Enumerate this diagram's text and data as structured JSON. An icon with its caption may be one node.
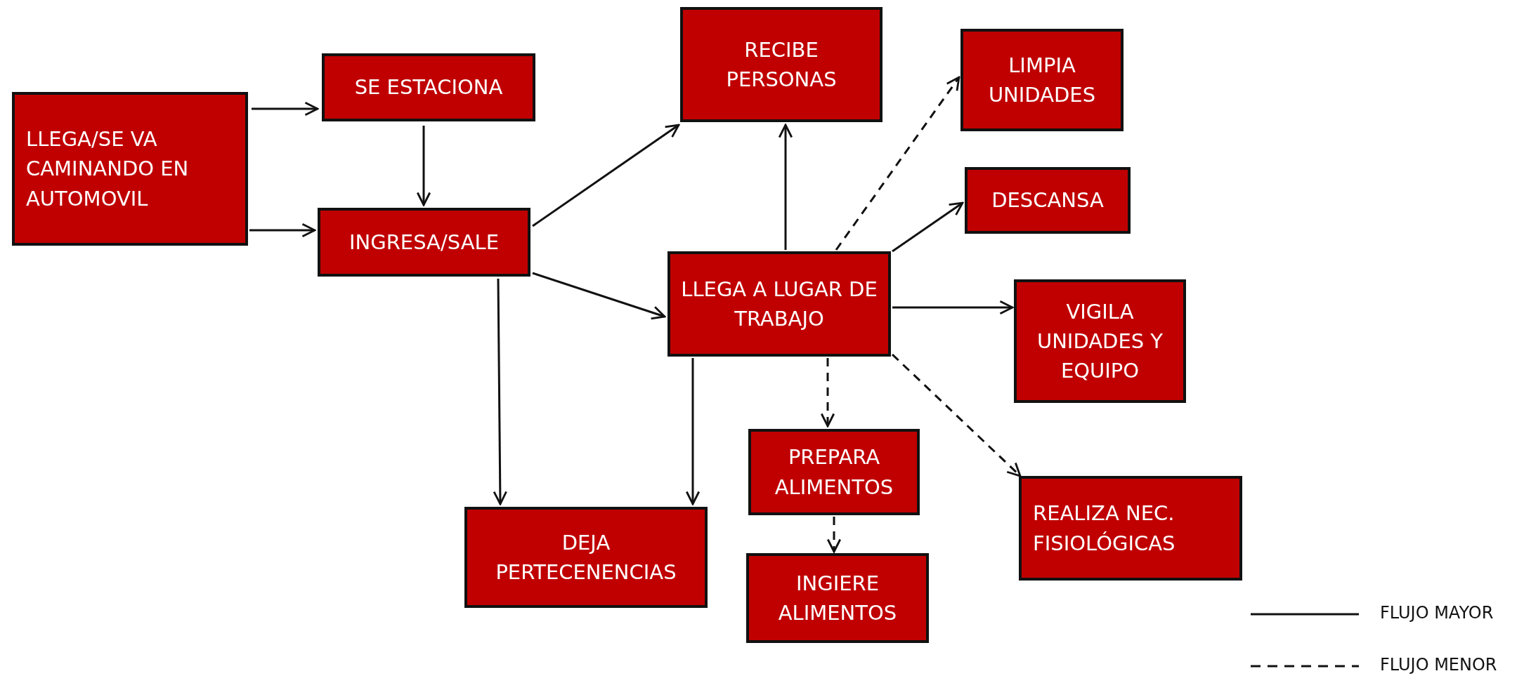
{
  "diagram": {
    "nodes": [
      {
        "text": [
          "LLEGA/SE VA CAMINANDO EN AUTOMOVIL"
        ]
      },
      {
        "text": [
          "SE ESTACIONA"
        ]
      },
      {
        "text": [
          "INGRESA/SALE"
        ]
      },
      {
        "text": [
          "RECIBE PERSONAS"
        ]
      },
      {
        "text": [
          "LIMPIA UNIDADES"
        ]
      },
      {
        "text": [
          "DESCANSA"
        ]
      },
      {
        "text": [
          "LLEGA A LUGAR DE TRABAJO"
        ]
      },
      {
        "text": [
          "VIGILA UNIDADES Y EQUIPO"
        ]
      },
      {
        "text": [
          "PREPARA ALIMENTOS"
        ]
      },
      {
        "text": [
          "REALIZA NEC. FISIOLÓGICAS"
        ]
      },
      {
        "text": [
          "DEJA PERTECENENCIAS"
        ]
      },
      {
        "text": [
          "INGIERE ALIMENTOS"
        ]
      }
    ],
    "edges": [
      {
        "from": 0,
        "to": 1,
        "arrow": "to"
      },
      {
        "from": 0,
        "to": 2,
        "arrow": "to"
      },
      {
        "from": 1,
        "to": 2,
        "arrow": "to"
      },
      {
        "from": 2,
        "to": 3,
        "arrow": "to"
      },
      {
        "from": 2,
        "to": 6,
        "arrow": "to"
      },
      {
        "from": 2,
        "to": 10,
        "arrow": "to"
      },
      {
        "from": 6,
        "to": 3,
        "arrow": "to"
      },
      {
        "from": 6,
        "to": 4,
        "arrow": "to",
        "style": "dashed"
      },
      {
        "from": 6,
        "to": 5,
        "arrow": "to"
      },
      {
        "from": 6,
        "to": 7,
        "arrow": "to"
      },
      {
        "from": 6,
        "to": 8,
        "arrow": "to",
        "style": "dashed"
      },
      {
        "from": 6,
        "to": 9,
        "arrow": "to",
        "style": "dashed"
      },
      {
        "from": 6,
        "to": 10,
        "arrow": "to"
      },
      {
        "from": 8,
        "to": 11,
        "arrow": "to",
        "style": "dashed"
      }
    ],
    "legend": [
      {
        "text": "FLUJO MAYOR"
      },
      {
        "text": "FLUJO MENOR"
      }
    ]
  }
}
